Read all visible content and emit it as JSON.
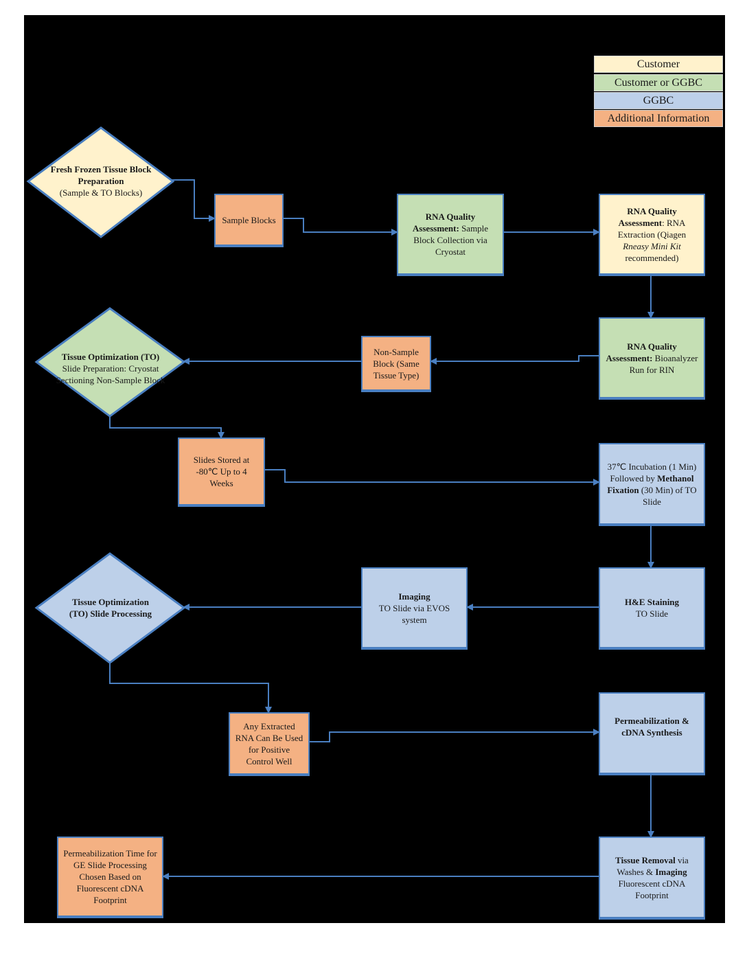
{
  "legend": {
    "customer": "Customer",
    "customer_or_ggbc": "Customer or GGBC",
    "ggbc": "GGBC",
    "additional_info": "Additional Information"
  },
  "colors": {
    "customer": "#fff2cc",
    "customer_or_ggbc": "#c5dfb4",
    "ggbc": "#bdd0e9",
    "additional_info": "#f4b183",
    "connector": "#4a7fc1"
  },
  "nodes": {
    "fresh_frozen": {
      "bold": "Fresh Frozen Tissue Block Preparation",
      "text": "(Sample & TO Blocks)"
    },
    "sample_blocks": {
      "text": "Sample Blocks"
    },
    "rna_collection": {
      "bold": "RNA Quality Assessment:",
      "text": "Sample Block Collection via Cryostat"
    },
    "rna_extraction": {
      "bold": "RNA Quality Assessment",
      "text1": ": RNA Extraction (Qiagen ",
      "italic": "Rneasy Mini Kit",
      "text2": " recommended)"
    },
    "bioanalyzer": {
      "bold": "RNA Quality Assessment:",
      "text": "Bioanalyzer Run for RIN"
    },
    "non_sample_block": {
      "text": "Non-Sample Block (Same Tissue Type)"
    },
    "to_slide_prep": {
      "bold": "Tissue Optimization (TO)",
      "text": "Slide Preparation: Cryostat Sectioning Non-Sample Block"
    },
    "slides_stored": {
      "text": "Slides Stored at -80℃ Up to 4 Weeks"
    },
    "incubation": {
      "text1": "37℃ Incubation (1 Min) Followed by ",
      "bold1": "Methanol Fixation",
      "text2": " (30 Min) of TO Slide"
    },
    "he_staining": {
      "bold": "H&E Staining",
      "text": "TO Slide"
    },
    "imaging": {
      "bold": "Imaging",
      "text": "TO Slide via EVOS system"
    },
    "to_slide_processing": {
      "bold": "Tissue Optimization (TO) Slide Processing"
    },
    "extracted_rna": {
      "text": "Any Extracted RNA Can Be Used for Positive Control Well"
    },
    "permeabilization": {
      "bold": "Permeabilization & cDNA Synthesis"
    },
    "tissue_removal": {
      "bold1": "Tissue Removal",
      "text1": " via Washes & ",
      "bold2": "Imaging",
      "text2": " Fluorescent cDNA Footprint"
    },
    "perm_time": {
      "text": "Permeabilization Time for GE Slide Processing Chosen Based on Fluorescent cDNA Footprint"
    }
  }
}
